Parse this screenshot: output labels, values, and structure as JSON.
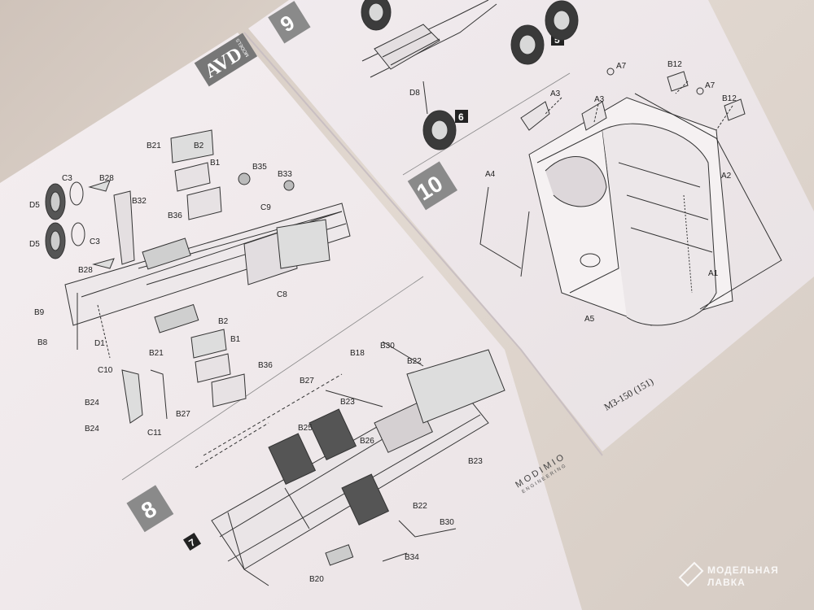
{
  "left_page": {
    "logo": {
      "main": "AVD",
      "sub": "MODELS"
    },
    "step_top_parts": [
      "B21",
      "B2",
      "B1",
      "B35",
      "B33",
      "C3",
      "B28",
      "B32",
      "D5",
      "D5",
      "C3",
      "B36",
      "C9",
      "B28",
      "C8",
      "B9",
      "B8",
      "D1",
      "B2",
      "B1",
      "B21",
      "B36",
      "C10",
      "B24",
      "B27",
      "B24",
      "C11"
    ],
    "step_8": "8",
    "step_7": "7",
    "step_8_parts": [
      "B18",
      "B30",
      "B22",
      "B27",
      "B23",
      "B25",
      "B26",
      "B23",
      "B22",
      "B30",
      "B34",
      "B20"
    ]
  },
  "right_page": {
    "step_9": "9",
    "step_9_parts": [
      "D8"
    ],
    "marker_5": "5",
    "marker_6": "6",
    "step_10": "10",
    "step_10_parts": [
      "A3",
      "A3",
      "A7",
      "B12",
      "A7",
      "B12",
      "A4",
      "A2",
      "A1",
      "A5"
    ],
    "model_name": "МЗ-150 (151)",
    "brand": {
      "main": "MODIMIO",
      "sub": "ENGINEERING"
    }
  },
  "watermark": {
    "line1": "МОДЕЛЬНАЯ",
    "line2": "ЛАВКА"
  }
}
